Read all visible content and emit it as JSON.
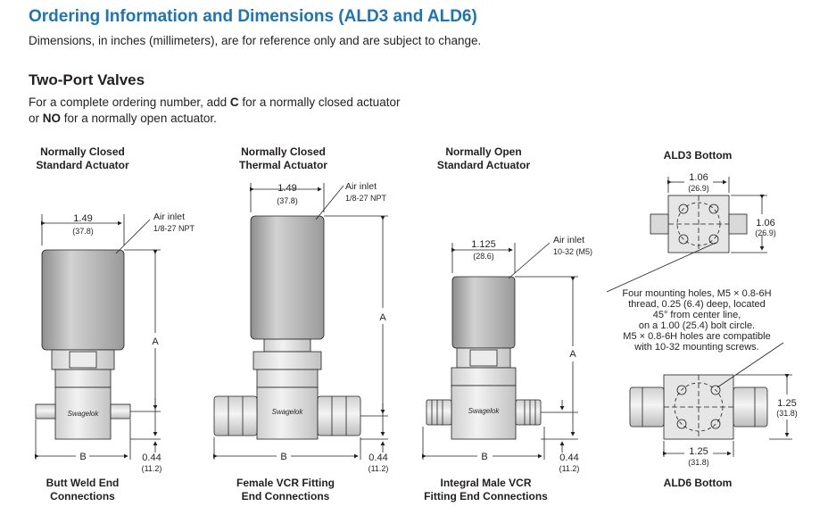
{
  "title": "Ordering Information and Dimensions (ALD3 and ALD6)",
  "subtitle": "Dimensions, in inches (millimeters), are for reference only and are subject to change.",
  "section_title": "Two-Port Valves",
  "intro": {
    "line1_pre": "For a complete ordering number, add ",
    "line1_bold": "C",
    "line1_post": " for a normally closed actuator",
    "line2_pre": "or ",
    "line2_bold": "NO",
    "line2_post": " for a normally open actuator."
  },
  "valves": [
    {
      "top_caption": [
        "Normally Closed",
        "Standard Actuator"
      ],
      "bottom_caption": [
        "Butt Weld End",
        "Connections"
      ],
      "width_in": "1.49",
      "width_mm": "(37.8)",
      "air_inlet": "Air inlet",
      "air_inlet_spec": "1/8-27 NPT",
      "dim_a": "A",
      "dim_b": "B",
      "base_in": "0.44",
      "base_mm": "(11.2)",
      "brand": "Swagelok"
    },
    {
      "top_caption": [
        "Normally Closed",
        "Thermal Actuator"
      ],
      "bottom_caption": [
        "Female VCR Fitting",
        "End Connections"
      ],
      "width_in": "1.49",
      "width_mm": "(37.8)",
      "air_inlet": "Air inlet",
      "air_inlet_spec": "1/8-27 NPT",
      "dim_a": "A",
      "dim_b": "B",
      "base_in": "0.44",
      "base_mm": "(11.2)",
      "brand": "Swagelok"
    },
    {
      "top_caption": [
        "Normally Open",
        "Standard Actuator"
      ],
      "bottom_caption": [
        "Integral Male VCR",
        "Fitting End Connections"
      ],
      "width_in": "1.125",
      "width_mm": "(28.6)",
      "air_inlet": "Air inlet",
      "air_inlet_spec": "10-32 (M5)",
      "dim_a": "A",
      "dim_b": "B",
      "base_in": "0.44",
      "base_mm": "(11.2)",
      "brand": "Swagelok"
    }
  ],
  "ald3": {
    "caption": "ALD3 Bottom",
    "width_in": "1.06",
    "width_mm": "(26.9)",
    "height_in": "1.06",
    "height_mm": "(26.9)"
  },
  "holes_note": [
    "Four mounting holes, M5 × 0.8-6H",
    "thread, 0.25 (6.4) deep, located",
    "45° from center line,",
    "on a 1.00 (25.4) bolt circle.",
    "M5 × 0.8-6H holes are compatible",
    "with 10-32 mounting screws."
  ],
  "ald6": {
    "caption": "ALD6 Bottom",
    "width_in": "1.25",
    "width_mm": "(31.8)",
    "height_in": "1.25",
    "height_mm": "(31.8)"
  },
  "colors": {
    "title": "#1f73b7",
    "text": "#231f20",
    "body_fill": "#e6e6e6",
    "actuator_fill": "#b4b4b4"
  }
}
